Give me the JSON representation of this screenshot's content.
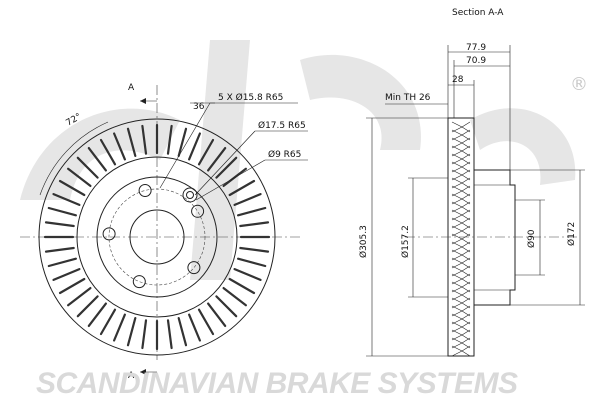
{
  "section_title": "Section A-A",
  "section_markers": [
    "A",
    "A"
  ],
  "front_view": {
    "hole_pattern": "5 X Ø15.8 R65",
    "hole_spacing_angle": "72°",
    "spacing_label": "36",
    "large_hole": "Ø17.5 R65",
    "small_hole": "Ø9 R65"
  },
  "section_view": {
    "min_thickness": "Min TH 26",
    "width_total": "77.9",
    "width_hat": "70.9",
    "disc_thickness": "28",
    "outer_diameter": "Ø305.3",
    "hat_diameter": "Ø157.2",
    "bore_diameter": "Ø90",
    "mount_diameter": "Ø172"
  },
  "brand": {
    "footer_text": "SCANDINAVIAN BRAKE SYSTEMS",
    "registered_mark": "®"
  },
  "colors": {
    "line": "#222222",
    "watermark": "#e6e6e6",
    "footer": "#d9d9d9"
  }
}
